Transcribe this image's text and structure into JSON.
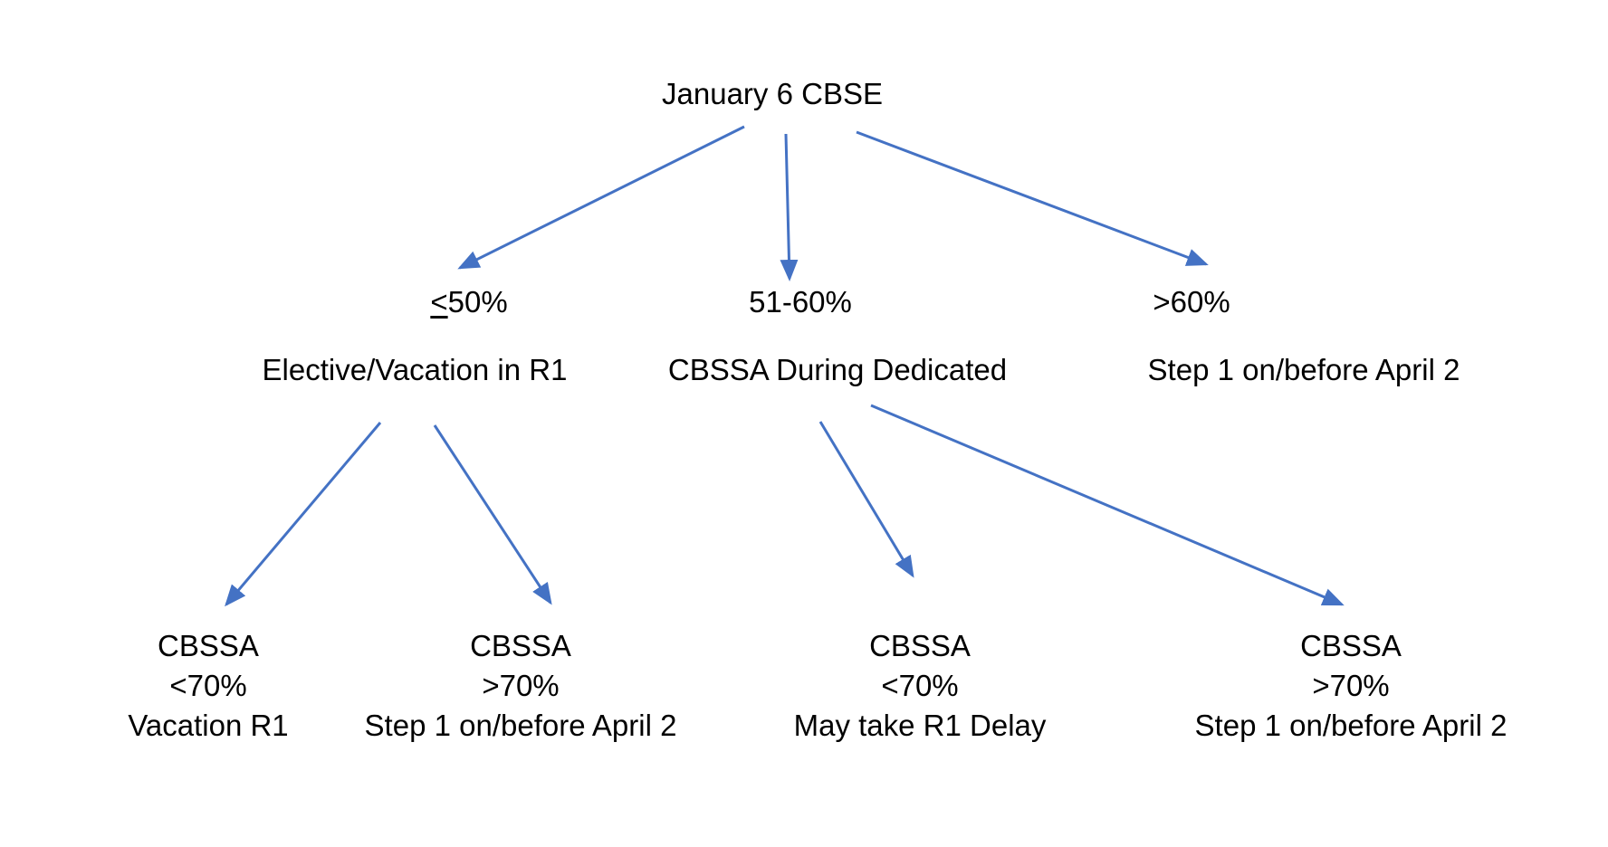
{
  "diagram": {
    "root": {
      "label": "January 6 CBSE"
    },
    "branches": [
      {
        "pct_prefix": "<",
        "pct_value": "50%",
        "label": "Elective/Vacation in R1"
      },
      {
        "pct_prefix": "",
        "pct_value": "51-60%",
        "label": "CBSSA During Dedicated"
      },
      {
        "pct_prefix": "",
        "pct_value": ">60%",
        "label": "Step 1 on/before April 2"
      }
    ],
    "leaves": [
      {
        "line1": "CBSSA",
        "line2": "<70%",
        "line3": "Vacation R1"
      },
      {
        "line1": "CBSSA",
        "line2": ">70%",
        "line3": "Step 1 on/before April 2"
      },
      {
        "line1": "CBSSA",
        "line2": "<70%",
        "line3": "May take R1 Delay"
      },
      {
        "line1": "CBSSA",
        "line2": ">70%",
        "line3": "Step 1 on/before April 2"
      }
    ],
    "colors": {
      "arrow": "#4472C4",
      "text": "#000000",
      "background": "#FFFFFF"
    }
  }
}
